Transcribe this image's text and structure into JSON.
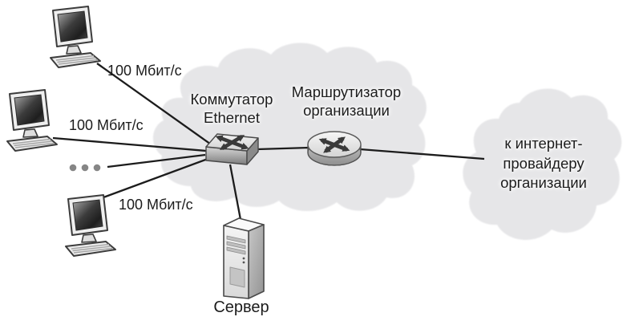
{
  "network": {
    "workstation_links": [
      {
        "speed": "100 Мбит/с"
      },
      {
        "speed": "100 Мбит/с"
      },
      {
        "speed": "100 Мбит/с"
      }
    ],
    "switch": {
      "name_line1": "Коммутатор",
      "name_line2": "Ethernet"
    },
    "router": {
      "name_line1": "Маршрутизатор",
      "name_line2": "организации"
    },
    "server": {
      "name": "Сервер"
    },
    "isp_cloud": {
      "name_line1": "к интернет-",
      "name_line2": "провайдеру",
      "name_line3": "организации"
    }
  },
  "colors": {
    "cloud_fill": "#e6e6e8",
    "line": "#1c1c1c",
    "device_arrow": "#3a3a3a",
    "text": "#1c1c1c"
  }
}
